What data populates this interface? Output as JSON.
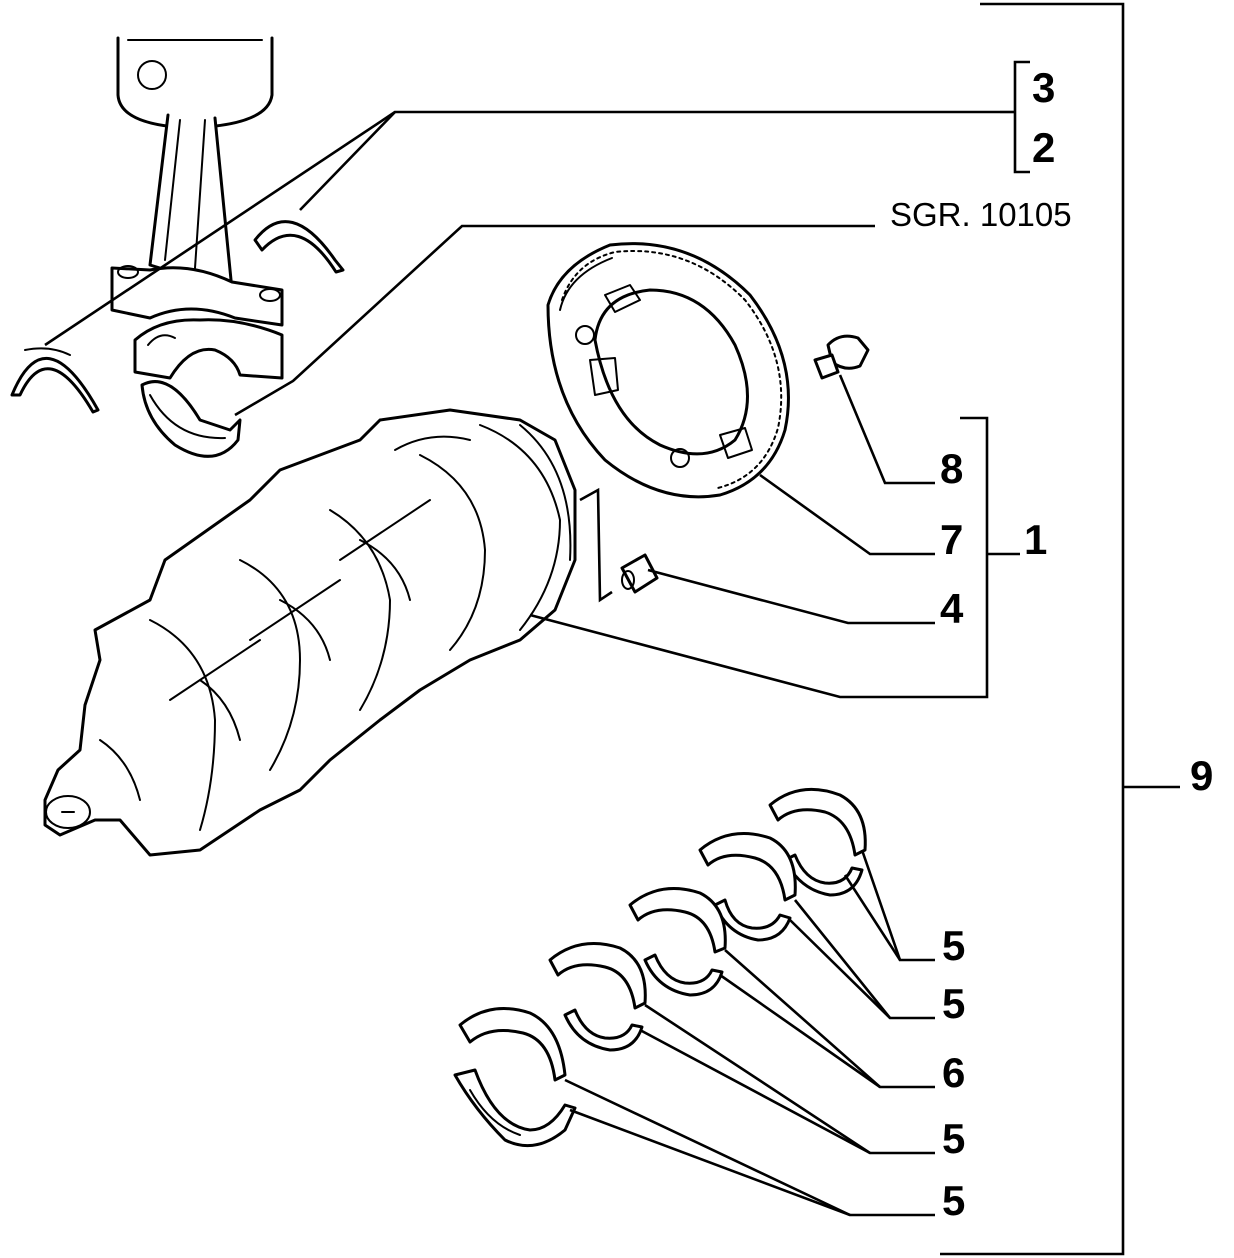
{
  "diagram": {
    "reference_code": "SGR. 10105",
    "callouts": {
      "conrod_upper": "3",
      "conrod_lower": "2",
      "crankshaft_assembly": "1",
      "pulse_ring_screw": "8",
      "pulse_ring": "7",
      "dowel": "4",
      "kit": "9",
      "main_bearing_1": "5",
      "main_bearing_2": "5",
      "thrust_bearing": "6",
      "main_bearing_3": "5",
      "main_bearing_4": "5"
    }
  }
}
